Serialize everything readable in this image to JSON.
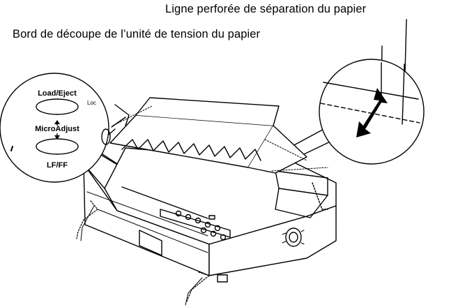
{
  "labels": {
    "perforation": "Ligne perforée de séparation du papier",
    "cut_edge": "Bord de découpe de l’unité de tension du papier"
  },
  "control_panel": {
    "load_eject": "Load/Eject",
    "micro_adjust": "MicroAdjust",
    "lf_ff": "LF/FF",
    "partial_label": "Loc"
  }
}
